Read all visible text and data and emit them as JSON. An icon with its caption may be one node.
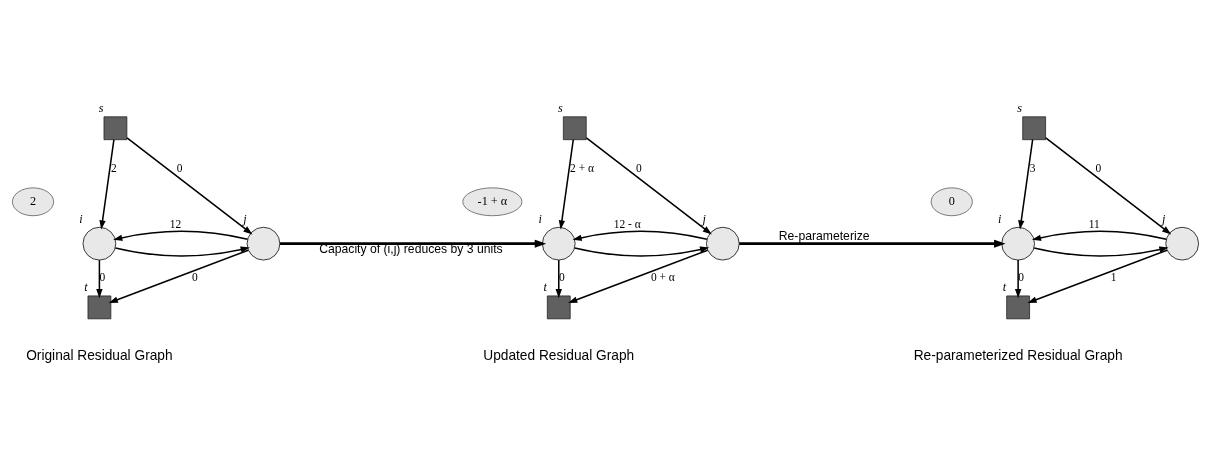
{
  "diagram": {
    "nodes": [
      {
        "text": [
          "s"
        ]
      },
      {
        "text": [
          "2"
        ]
      },
      {
        "text": [
          "i"
        ]
      },
      {
        "text": [
          "j"
        ]
      },
      {
        "text": [
          "t"
        ]
      },
      {
        "text": [
          "s"
        ]
      },
      {
        "text": [
          "-1 + α"
        ]
      },
      {
        "text": [
          "i"
        ]
      },
      {
        "text": [
          "j"
        ]
      },
      {
        "text": [
          "t"
        ]
      },
      {
        "text": [
          "s"
        ]
      },
      {
        "text": [
          "0"
        ]
      },
      {
        "text": [
          "i"
        ]
      },
      {
        "text": [
          "j"
        ]
      },
      {
        "text": [
          "t"
        ]
      }
    ],
    "edges": [
      {
        "from": 0,
        "to": 2,
        "arrow": "to",
        "label": "2"
      },
      {
        "from": 0,
        "to": 3,
        "arrow": "to",
        "label": "0"
      },
      {
        "from": 2,
        "to": 3,
        "arrow": "to"
      },
      {
        "from": 3,
        "to": 2,
        "arrow": "to",
        "label": "12"
      },
      {
        "from": 2,
        "to": 4,
        "arrow": "to",
        "label": "0"
      },
      {
        "from": 3,
        "to": 4,
        "arrow": "to",
        "label": "0"
      },
      {
        "from": 3,
        "to": 7,
        "arrow": "to",
        "label": "Capacity of (i,j) reduces by 3 units"
      },
      {
        "from": 5,
        "to": 7,
        "arrow": "to",
        "label": "2 + α"
      },
      {
        "from": 5,
        "to": 8,
        "arrow": "to",
        "label": "0"
      },
      {
        "from": 7,
        "to": 8,
        "arrow": "to"
      },
      {
        "from": 8,
        "to": 7,
        "arrow": "to",
        "label": "12 - α"
      },
      {
        "from": 7,
        "to": 9,
        "arrow": "to",
        "label": "0"
      },
      {
        "from": 8,
        "to": 9,
        "arrow": "to",
        "label": "0 + α"
      },
      {
        "from": 8,
        "to": 12,
        "arrow": "to",
        "label": "Re-parameterize"
      },
      {
        "from": 10,
        "to": 12,
        "arrow": "to",
        "label": "3"
      },
      {
        "from": 10,
        "to": 13,
        "arrow": "to",
        "label": "0"
      },
      {
        "from": 12,
        "to": 13,
        "arrow": "to"
      },
      {
        "from": 13,
        "to": 12,
        "arrow": "to",
        "label": "11"
      },
      {
        "from": 12,
        "to": 14,
        "arrow": "to",
        "label": "0"
      },
      {
        "from": 13,
        "to": 14,
        "arrow": "to",
        "label": "1"
      }
    ],
    "labels": [
      "Original Residual Graph",
      "Updated Residual Graph",
      "Re-parameterized Residual Graph"
    ]
  }
}
